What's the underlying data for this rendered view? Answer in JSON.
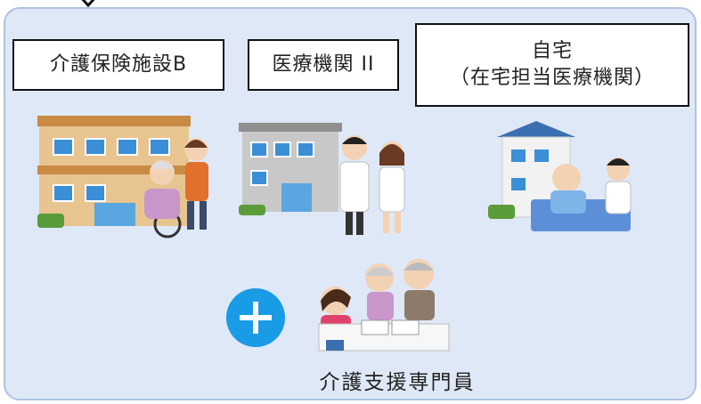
{
  "labels": {
    "facility_b": "介護保険施設B",
    "medical_ii": "医療機関 II",
    "home_title": "自宅",
    "home_sub": "（在宅担当医療機関）"
  },
  "caption": "介護支援専門員",
  "colors": {
    "panel_bg": "#dfe8f6",
    "panel_border": "#aec3e2",
    "plus_circle": "#1a9be6"
  },
  "icons": [
    "arrow-down-icon",
    "care-facility-illustration",
    "hospital-doctors-illustration",
    "home-visit-illustration",
    "care-manager-illustration",
    "plus-icon"
  ]
}
